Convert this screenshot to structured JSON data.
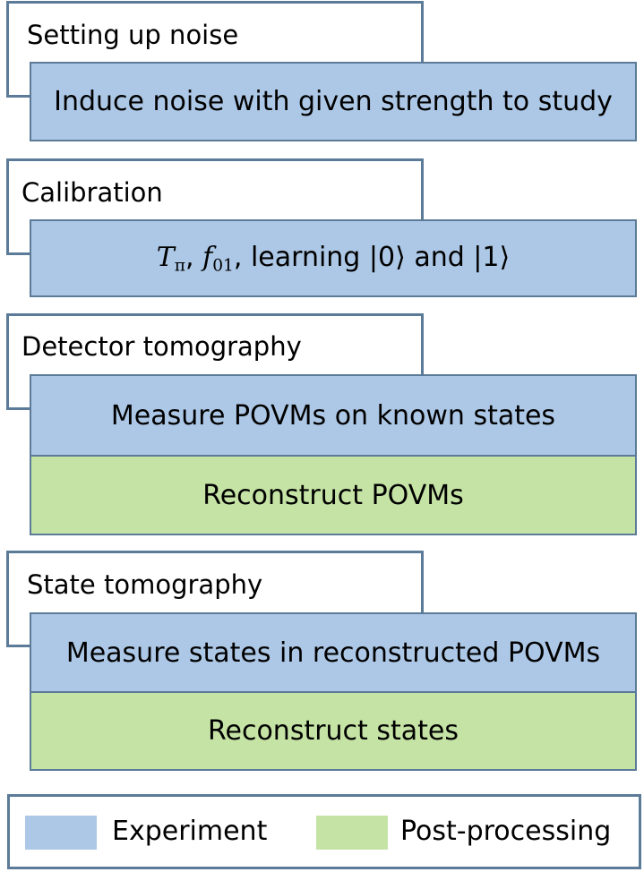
{
  "sections": [
    {
      "title": "Setting up noise",
      "steps": [
        {
          "kind": "experiment",
          "text": "Induce noise with given strength to study"
        }
      ]
    },
    {
      "title": "Calibration",
      "steps": [
        {
          "kind": "experiment",
          "math_t": "T",
          "math_t_sub": "π",
          "math_f": "f",
          "math_f_sub": "01",
          "text": ", learning |0⟩ and |1⟩"
        }
      ]
    },
    {
      "title": "Detector tomography",
      "steps": [
        {
          "kind": "experiment",
          "text": "Measure POVMs on known states"
        },
        {
          "kind": "post-processing",
          "text": "Reconstruct POVMs"
        }
      ]
    },
    {
      "title": "State tomography",
      "steps": [
        {
          "kind": "experiment",
          "text": "Measure states in reconstructed POVMs"
        },
        {
          "kind": "post-processing",
          "text": "Reconstruct states"
        }
      ]
    }
  ],
  "legend": {
    "experiment_label": "Experiment",
    "post_processing_label": "Post-processing",
    "experiment_color": "#adc8e6",
    "post_processing_color": "#c5e3a5"
  }
}
